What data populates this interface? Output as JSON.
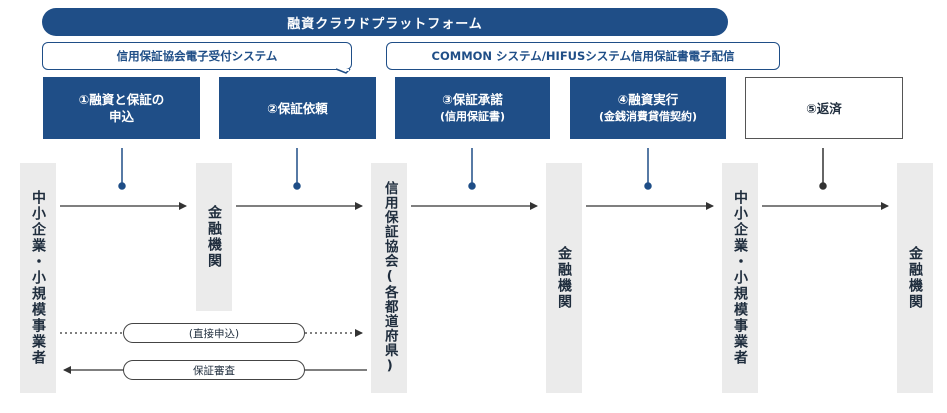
{
  "platform": {
    "title": "融資クラウドプラットフォーム"
  },
  "systems": {
    "left": "信用保証協会電子受付システム",
    "right": "COMMON システム/HIFUSシステム信用保証書電子配信"
  },
  "steps": [
    {
      "line1": "①融資と保証の",
      "line2": "申込"
    },
    {
      "line1": "②保証依頼",
      "line2": ""
    },
    {
      "line1": "③保証承諾",
      "line2": "(信用保証書)"
    },
    {
      "line1": "④融資実行",
      "line2": "(金銭消費貸借契約)"
    },
    {
      "line1": "⑤返済",
      "line2": ""
    }
  ],
  "actors": [
    "中小企業・小規模事業者",
    "金融機関",
    "信用保証協会(各都道府県)",
    "金融機関",
    "中小企業・小規模事業者",
    "金融機関"
  ],
  "pills": {
    "direct": "(直接申込)",
    "review": "保証審査"
  },
  "colors": {
    "brand": "#1f4e87",
    "column": "#ebebeb",
    "arrow": "#333333"
  }
}
